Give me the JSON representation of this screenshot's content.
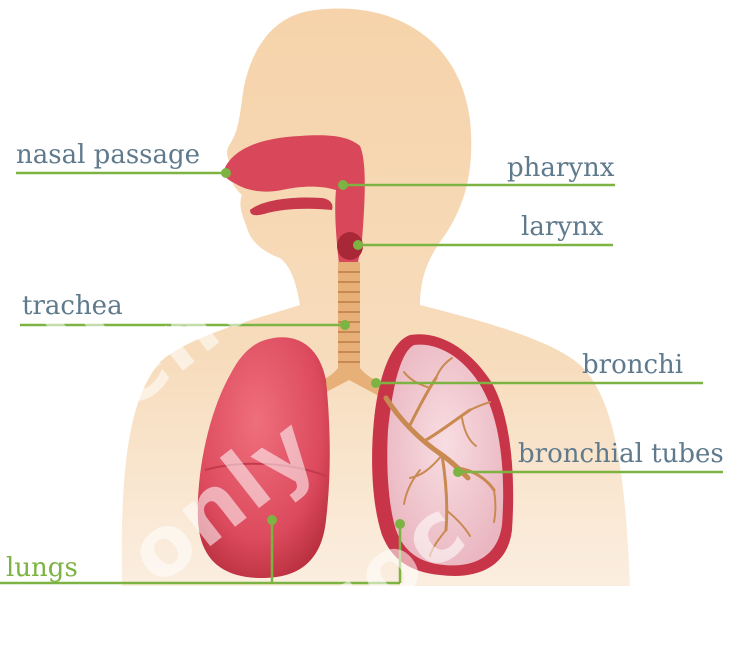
{
  "labels": {
    "nasal_passage": "nasal passage",
    "pharynx": "pharynx",
    "larynx": "larynx",
    "trachea": "trachea",
    "bronchi": "bronchi",
    "bronchial_tubes": "bronchial tubes",
    "lungs": "lungs"
  },
  "watermark": [
    "ning",
    "tent",
    "ont",
    "only",
    "soc"
  ],
  "colors": {
    "body": "#f6d9b5",
    "organ": "#d94a5c",
    "organ_dark": "#b8303f",
    "airway": "#e8b37c",
    "leader_line": "#7cb342",
    "label_text": "#5e7a8c"
  }
}
